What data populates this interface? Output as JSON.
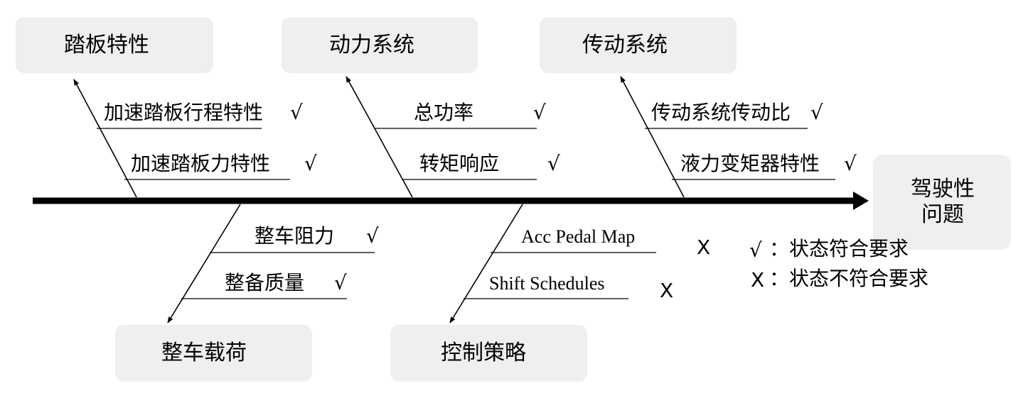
{
  "effect": {
    "line1": "驾驶性",
    "line2": "问题",
    "color": "#efefef"
  },
  "categories": {
    "pedal": "踏板特性",
    "power": "动力系统",
    "transmission": "传动系统",
    "load": "整车载荷",
    "strategy": "控制策略"
  },
  "causes": {
    "pedal_1": {
      "text": "加速踏板行程特性",
      "mark": "√"
    },
    "pedal_2": {
      "text": "加速踏板力特性",
      "mark": "√"
    },
    "power_1": {
      "text": "总功率",
      "mark": "√"
    },
    "power_2": {
      "text": "转矩响应",
      "mark": "√"
    },
    "trans_1": {
      "text": "传动系统传动比",
      "mark": "√"
    },
    "trans_2": {
      "text": "液力变矩器特性",
      "mark": "√"
    },
    "load_1": {
      "text": "整车阻力",
      "mark": "√"
    },
    "load_2": {
      "text": "整备质量",
      "mark": "√"
    },
    "strat_1": {
      "text": "Acc Pedal Map",
      "mark": "X"
    },
    "strat_2": {
      "text": "Shift Schedules",
      "mark": "X"
    }
  },
  "legend": {
    "ok_mark": "√",
    "ok_text": "：状态符合要求",
    "bad_mark": "X",
    "bad_text": "：状态不符合要求"
  }
}
